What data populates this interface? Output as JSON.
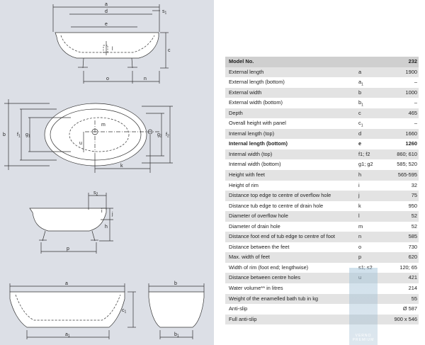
{
  "drawing": {
    "labels": {
      "a": "a",
      "d": "d",
      "s1": "s",
      "s1_sub": "1",
      "e": "e",
      "l": "l",
      "c": "c",
      "o": "o",
      "n": "n",
      "b": "b",
      "f1": "f",
      "f1_sub": "1",
      "g1": "g",
      "g1_sub": "1",
      "m": "m",
      "u": "u",
      "g2": "g",
      "g2_sub": "2",
      "f2": "f",
      "f2_sub": "2",
      "k": "k",
      "s2": "s",
      "s2_sub": "2",
      "j": "j",
      "i": "i",
      "h": "h",
      "p": "p",
      "a_bottom": "a",
      "a1": "a",
      "a1_sub": "1",
      "c1": "c",
      "c1_sub": "1",
      "b_side": "b",
      "b1": "b",
      "b1_sub": "1"
    }
  },
  "spec": {
    "header": {
      "label": "Model No.",
      "value": "232"
    },
    "rows": [
      {
        "label": "External length",
        "symbol": "a",
        "value": "1900"
      },
      {
        "label": "External length (bottom)",
        "symbol": "a",
        "symbol_sub": "1",
        "value": "–"
      },
      {
        "label": "External width",
        "symbol": "b",
        "value": "1000"
      },
      {
        "label": "External width (bottom)",
        "symbol": "b",
        "symbol_sub": "1",
        "value": "–"
      },
      {
        "label": "Depth",
        "symbol": "c",
        "value": "465"
      },
      {
        "label": "Overall height with panel",
        "symbol": "c",
        "symbol_sub": "1",
        "value": "–"
      },
      {
        "label": "Internal length (top)",
        "symbol": "d",
        "value": "1660"
      },
      {
        "label": "Internal length (bottom)",
        "symbol": "e",
        "value": "1260",
        "bold": true
      },
      {
        "label": "Internal width (top)",
        "symbol": "f1; f2",
        "value": "860; 610"
      },
      {
        "label": "Internal width (bottom)",
        "symbol": "g1; g2",
        "value": "585; 520"
      },
      {
        "label": "Height with feet",
        "symbol": "h",
        "value": "565-595"
      },
      {
        "label": "Height of rim",
        "symbol": "i",
        "value": "32"
      },
      {
        "label": "Distance top edge to centre of overflow hole",
        "symbol": "j",
        "value": "75"
      },
      {
        "label": "Distance tub edge to centre of drain hole",
        "symbol": "k",
        "value": "950"
      },
      {
        "label": "Diameter of overflow hole",
        "symbol": "l",
        "value": "52"
      },
      {
        "label": "Diameter of drain hole",
        "symbol": "m",
        "value": "52"
      },
      {
        "label": "Distance foot end of tub edge to centre of foot",
        "symbol": "n",
        "value": "585"
      },
      {
        "label": "Distance between the feet",
        "symbol": "o",
        "value": "730"
      },
      {
        "label": "Max. width of feet",
        "symbol": "p",
        "value": "620"
      },
      {
        "label": "Width of rim (foot end; lengthwise)",
        "symbol": "s1; s2",
        "value": "120; 65"
      },
      {
        "label": "Distance between centre holes",
        "symbol": "u",
        "value": "421"
      },
      {
        "label": "Water volume** in litres",
        "symbol": "",
        "value": "214"
      },
      {
        "label": "Weight of the enamelled bath tub in kg",
        "symbol": "",
        "value": "55"
      },
      {
        "label": "Anti-slip",
        "symbol": "",
        "value": "Ø 587"
      },
      {
        "label": "Full anti-slip",
        "symbol": "",
        "value": "900 x 546"
      }
    ]
  },
  "watermark": {
    "text": "VERNO PREMIUM"
  }
}
